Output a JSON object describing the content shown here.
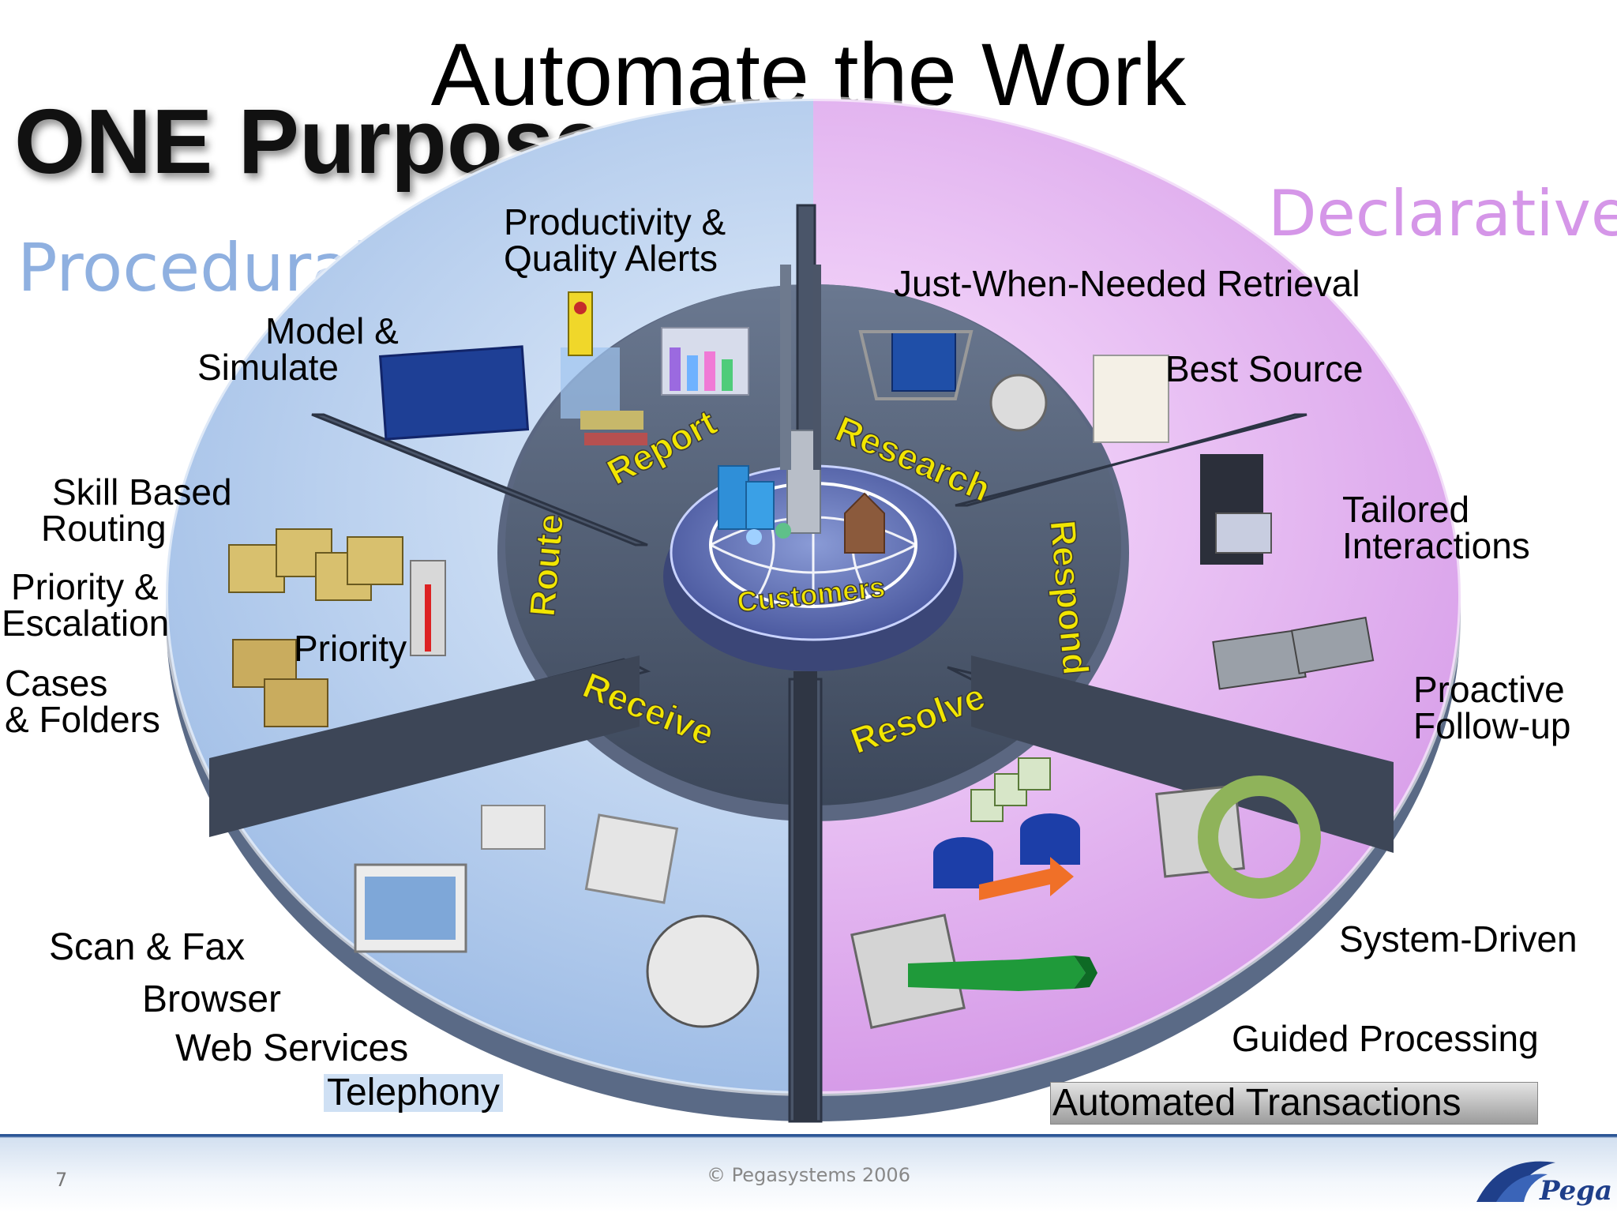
{
  "slide": {
    "title": "Automate the Work",
    "subtitle": "ONE Purpose",
    "left_heading": "Procedural",
    "right_heading": "Declarative"
  },
  "wheel": {
    "center_label": "Customers",
    "segments": [
      "Report",
      "Research",
      "Respond",
      "Resolve",
      "Receive",
      "Route"
    ]
  },
  "callouts": {
    "productivity": [
      "Productivity &",
      "Quality Alerts"
    ],
    "model": [
      "Model &",
      "Simulate"
    ],
    "skill": [
      "Skill Based",
      "Routing"
    ],
    "priority_escalation": [
      "Priority &",
      "Escalation"
    ],
    "priority": "Priority",
    "cases": [
      "Cases",
      "& Folders"
    ],
    "scan_fax": "Scan & Fax",
    "browser": "Browser",
    "web_services": "Web Services",
    "telephony": "Telephony",
    "retrieval": "Just-When-Needed Retrieval",
    "best_source": "Best Source",
    "tailored": [
      "Tailored",
      "Interactions"
    ],
    "proactive": [
      "Proactive",
      "Follow-up"
    ],
    "system_driven": "System-Driven",
    "guided": "Guided Processing",
    "automated": "Automated Transactions"
  },
  "footer": {
    "page_number": "7",
    "copyright": "© Pegasystems 2006",
    "logo": "Pega"
  },
  "colors": {
    "procedural": "#8fb0e0",
    "declarative": "#d596e8",
    "segment_text": "#f2e600",
    "wall": "#566478",
    "footer_bar": "#2c5696"
  }
}
